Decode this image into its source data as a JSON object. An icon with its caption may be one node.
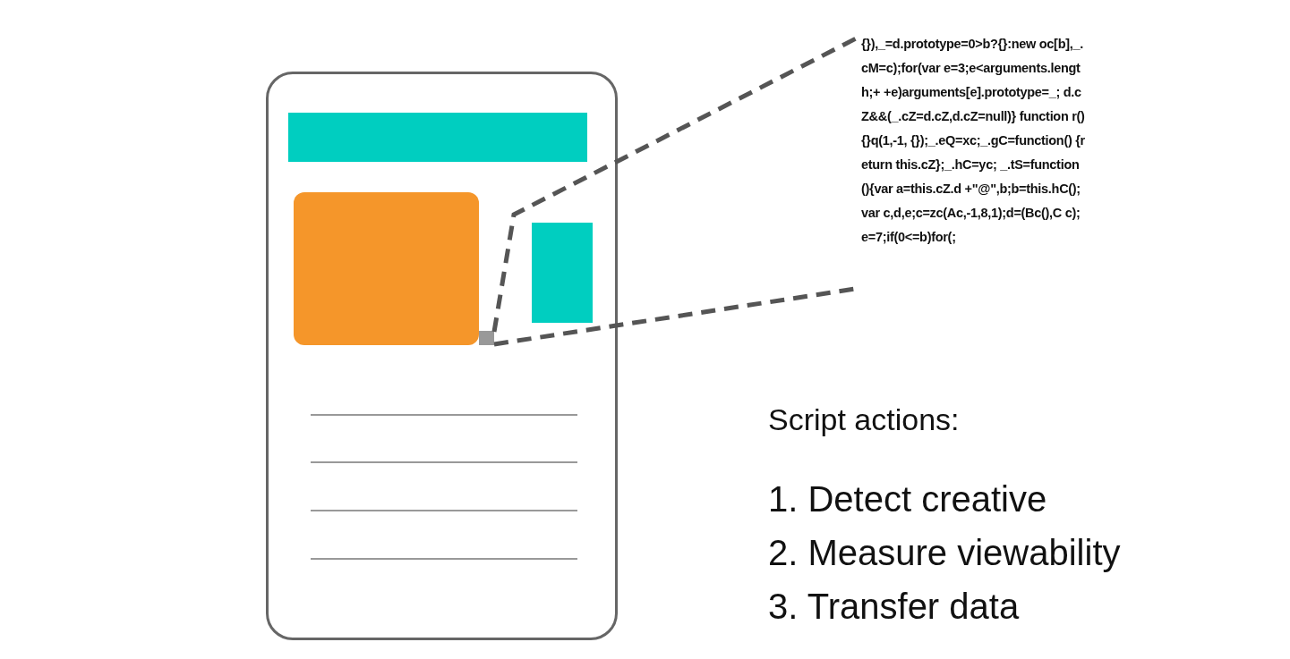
{
  "diagram": {
    "nodes": [
      {
        "text": [],
        "shape": "box"
      },
      {
        "text": [],
        "shape": "bar",
        "in": 0
      },
      {
        "text": [],
        "shape": "box",
        "in": 0
      },
      {
        "text": [],
        "shape": "bar",
        "in": 0
      },
      {
        "text": [],
        "shape": "box",
        "in": 0
      },
      {
        "text": [
          "{}),_=d.prototype=0>b?{}:new oc[b],_.cM=c);for(var e=3;e<arguments.length;+ +e)arguments[e].prototype=_; d.cZ&&(_.cZ=d.cZ,d.cZ=null)} function r(){}q(1,-1, {});_.eQ=xc;_.gC=function() {return this.cZ};_.hC=yc; _.tS=function(){var a=this.cZ.d +\"@\",b;b=this.hC();var c,d,e;c=zc(Ac,-1,8,1);d=(Bc(),C c);e=7;if(0<=b)for(;"
        ]
      }
    ],
    "edges": [
      {
        "from": 4,
        "to": 5,
        "arrow": "none",
        "style": "dashed"
      },
      {
        "from": 4,
        "to": 5,
        "arrow": "none",
        "style": "dashed"
      }
    ],
    "labels": [
      "Script actions:",
      "1. Detect creative",
      "2. Measure viewability",
      "3. Transfer data"
    ]
  }
}
